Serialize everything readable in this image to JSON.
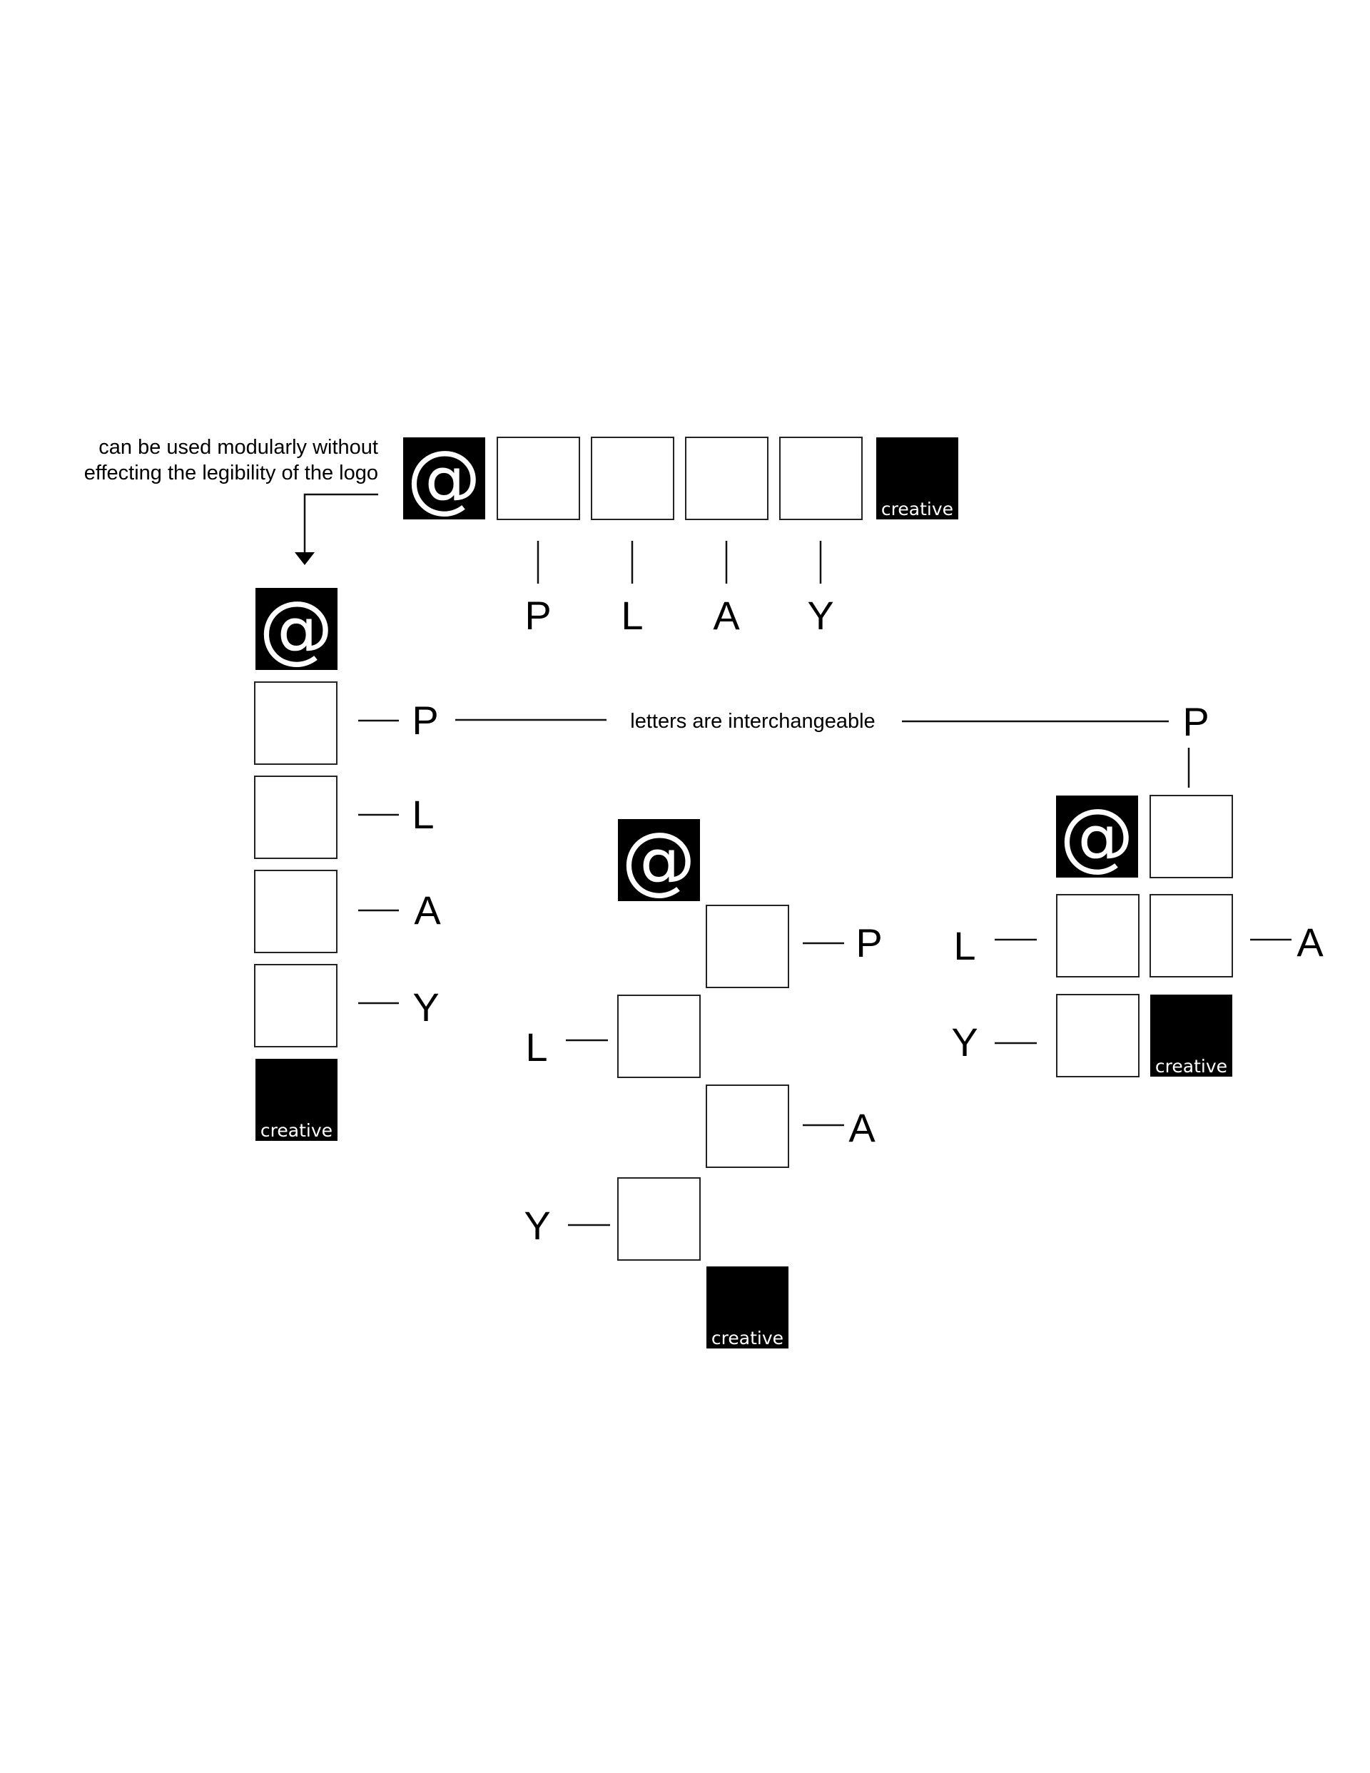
{
  "caption_modular": [
    "can be used modularly without",
    "effecting the legibility of the logo"
  ],
  "caption_interchangeable": "letters are interchangeable",
  "logo": {
    "at_symbol": "@",
    "tag": "creative",
    "letters": [
      "P",
      "L",
      "A",
      "Y"
    ]
  },
  "colors": {
    "fill": "#000000",
    "ink": "#ffffff",
    "outline": "#222222"
  }
}
